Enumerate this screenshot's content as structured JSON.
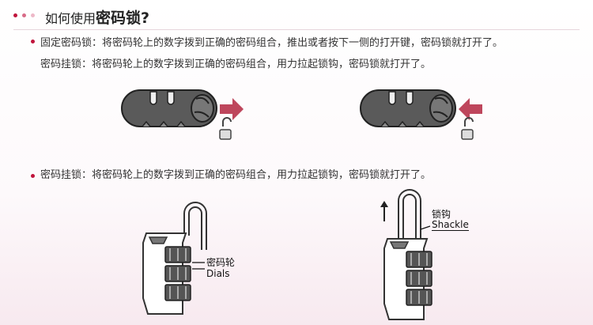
{
  "header": {
    "title_prefix": "如何使用",
    "title_main": "密码锁",
    "title_suffix": "?",
    "dot_colors": [
      "#c0143c",
      "#d86b88",
      "#edb8c8"
    ]
  },
  "section1": {
    "line1": "固定密码锁：将密码轮上的数字拨到正确的密码组合，推出或者按下一侧的打开键，密码锁就打开了。",
    "line2": "密码挂锁：将密码轮上的数字拨到正确的密码组合，用力拉起锁钩，密码锁就打开了。"
  },
  "section2": {
    "line1": "密码挂锁：将密码轮上的数字拨到正确的密码组合，用力拉起锁钩，密码锁就打开了。"
  },
  "labels": {
    "dials_cn": "密码轮",
    "dials_en": "Dials",
    "shackle_cn": "锁钩",
    "shackle_en": "Shackle"
  },
  "colors": {
    "accent": "#c0143c",
    "arrow": "#b3263f",
    "lock_body": "#555555"
  }
}
